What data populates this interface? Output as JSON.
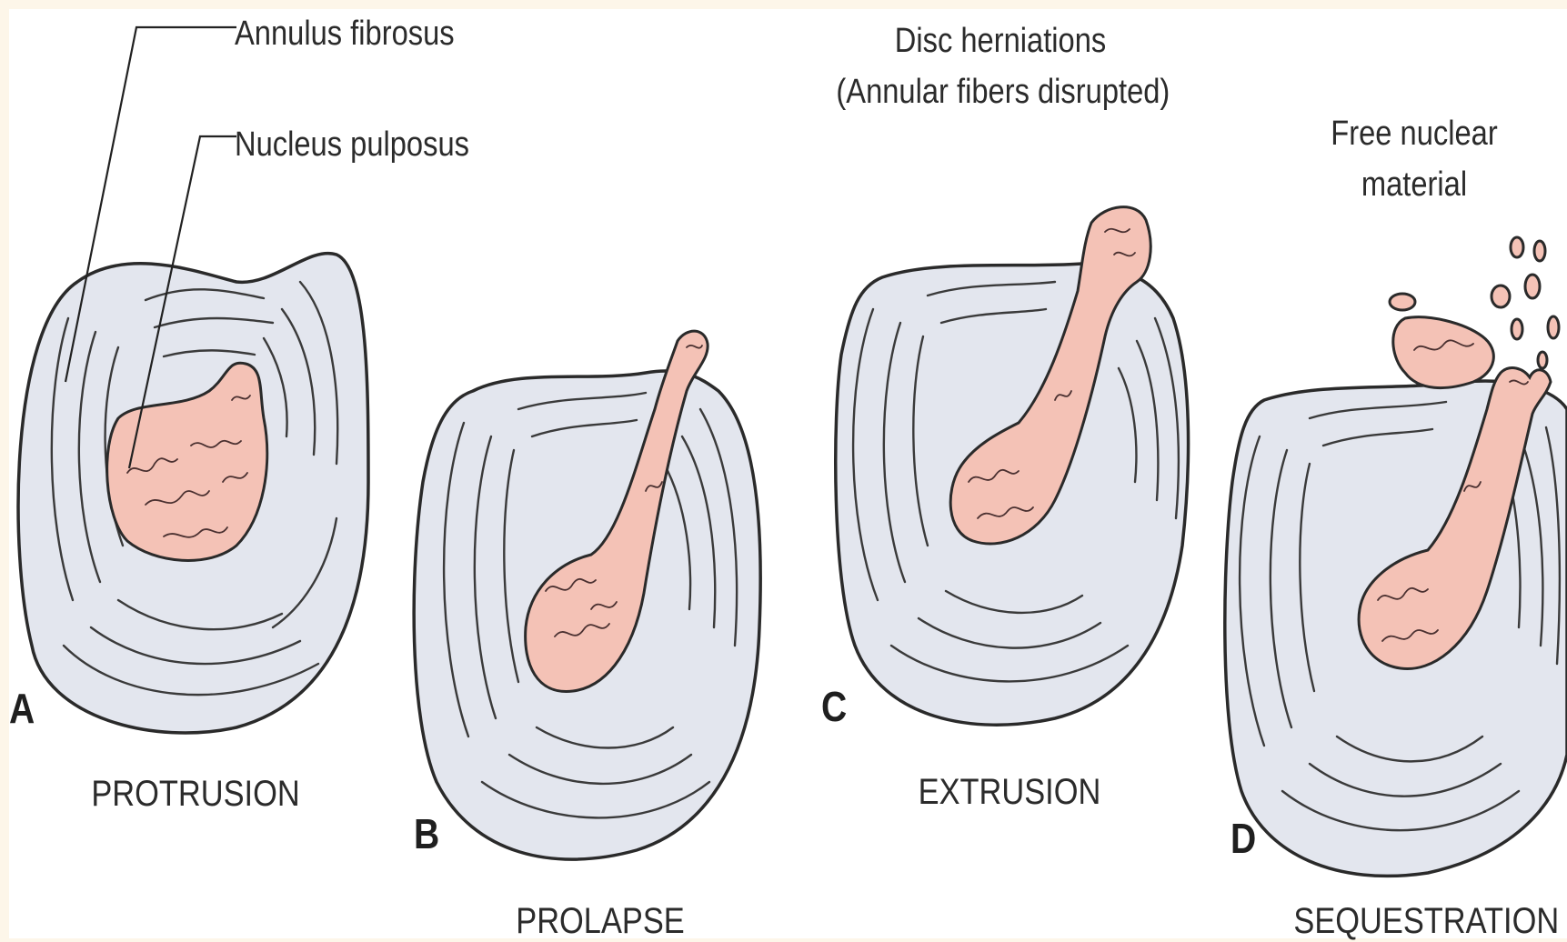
{
  "labels": {
    "annulus": "Annulus fibrosus",
    "nucleus": "Nucleus pulposus",
    "herniations_line1": "Disc herniations",
    "herniations_line2": "(Annular fibers disrupted)",
    "free_line1": "Free nuclear",
    "free_line2": "material"
  },
  "panels": [
    {
      "letter": "A",
      "name": "PROTRUSION"
    },
    {
      "letter": "B",
      "name": "PROLAPSE"
    },
    {
      "letter": "C",
      "name": "EXTRUSION"
    },
    {
      "letter": "D",
      "name": "SEQUESTRATION"
    }
  ],
  "colors": {
    "background": "#fdf6e9",
    "annulus": "#e3e6ee",
    "nucleus": "#f4c2b6",
    "outline": "#2a2a2a"
  }
}
